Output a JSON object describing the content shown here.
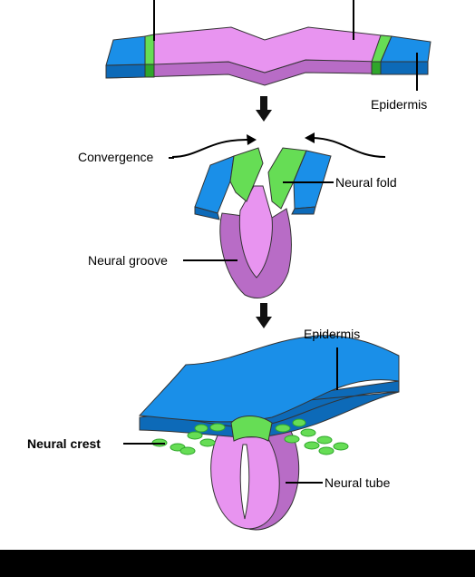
{
  "labels": {
    "epidermis_top": "Epidermis",
    "convergence": "Convergence",
    "neural_fold": "Neural fold",
    "neural_groove": "Neural groove",
    "epidermis_bottom": "Epidermis",
    "neural_crest": "Neural crest",
    "neural_tube": "Neural tube"
  },
  "colors": {
    "epidermis": "#1a8fe8",
    "epidermis_dark": "#0d6ab8",
    "neural_plate": "#e894f0",
    "neural_plate_dark": "#b86cc6",
    "neural_crest": "#66dd55",
    "neural_crest_dark": "#2fa62b",
    "arrow": "#111111",
    "footer": "#000000"
  }
}
